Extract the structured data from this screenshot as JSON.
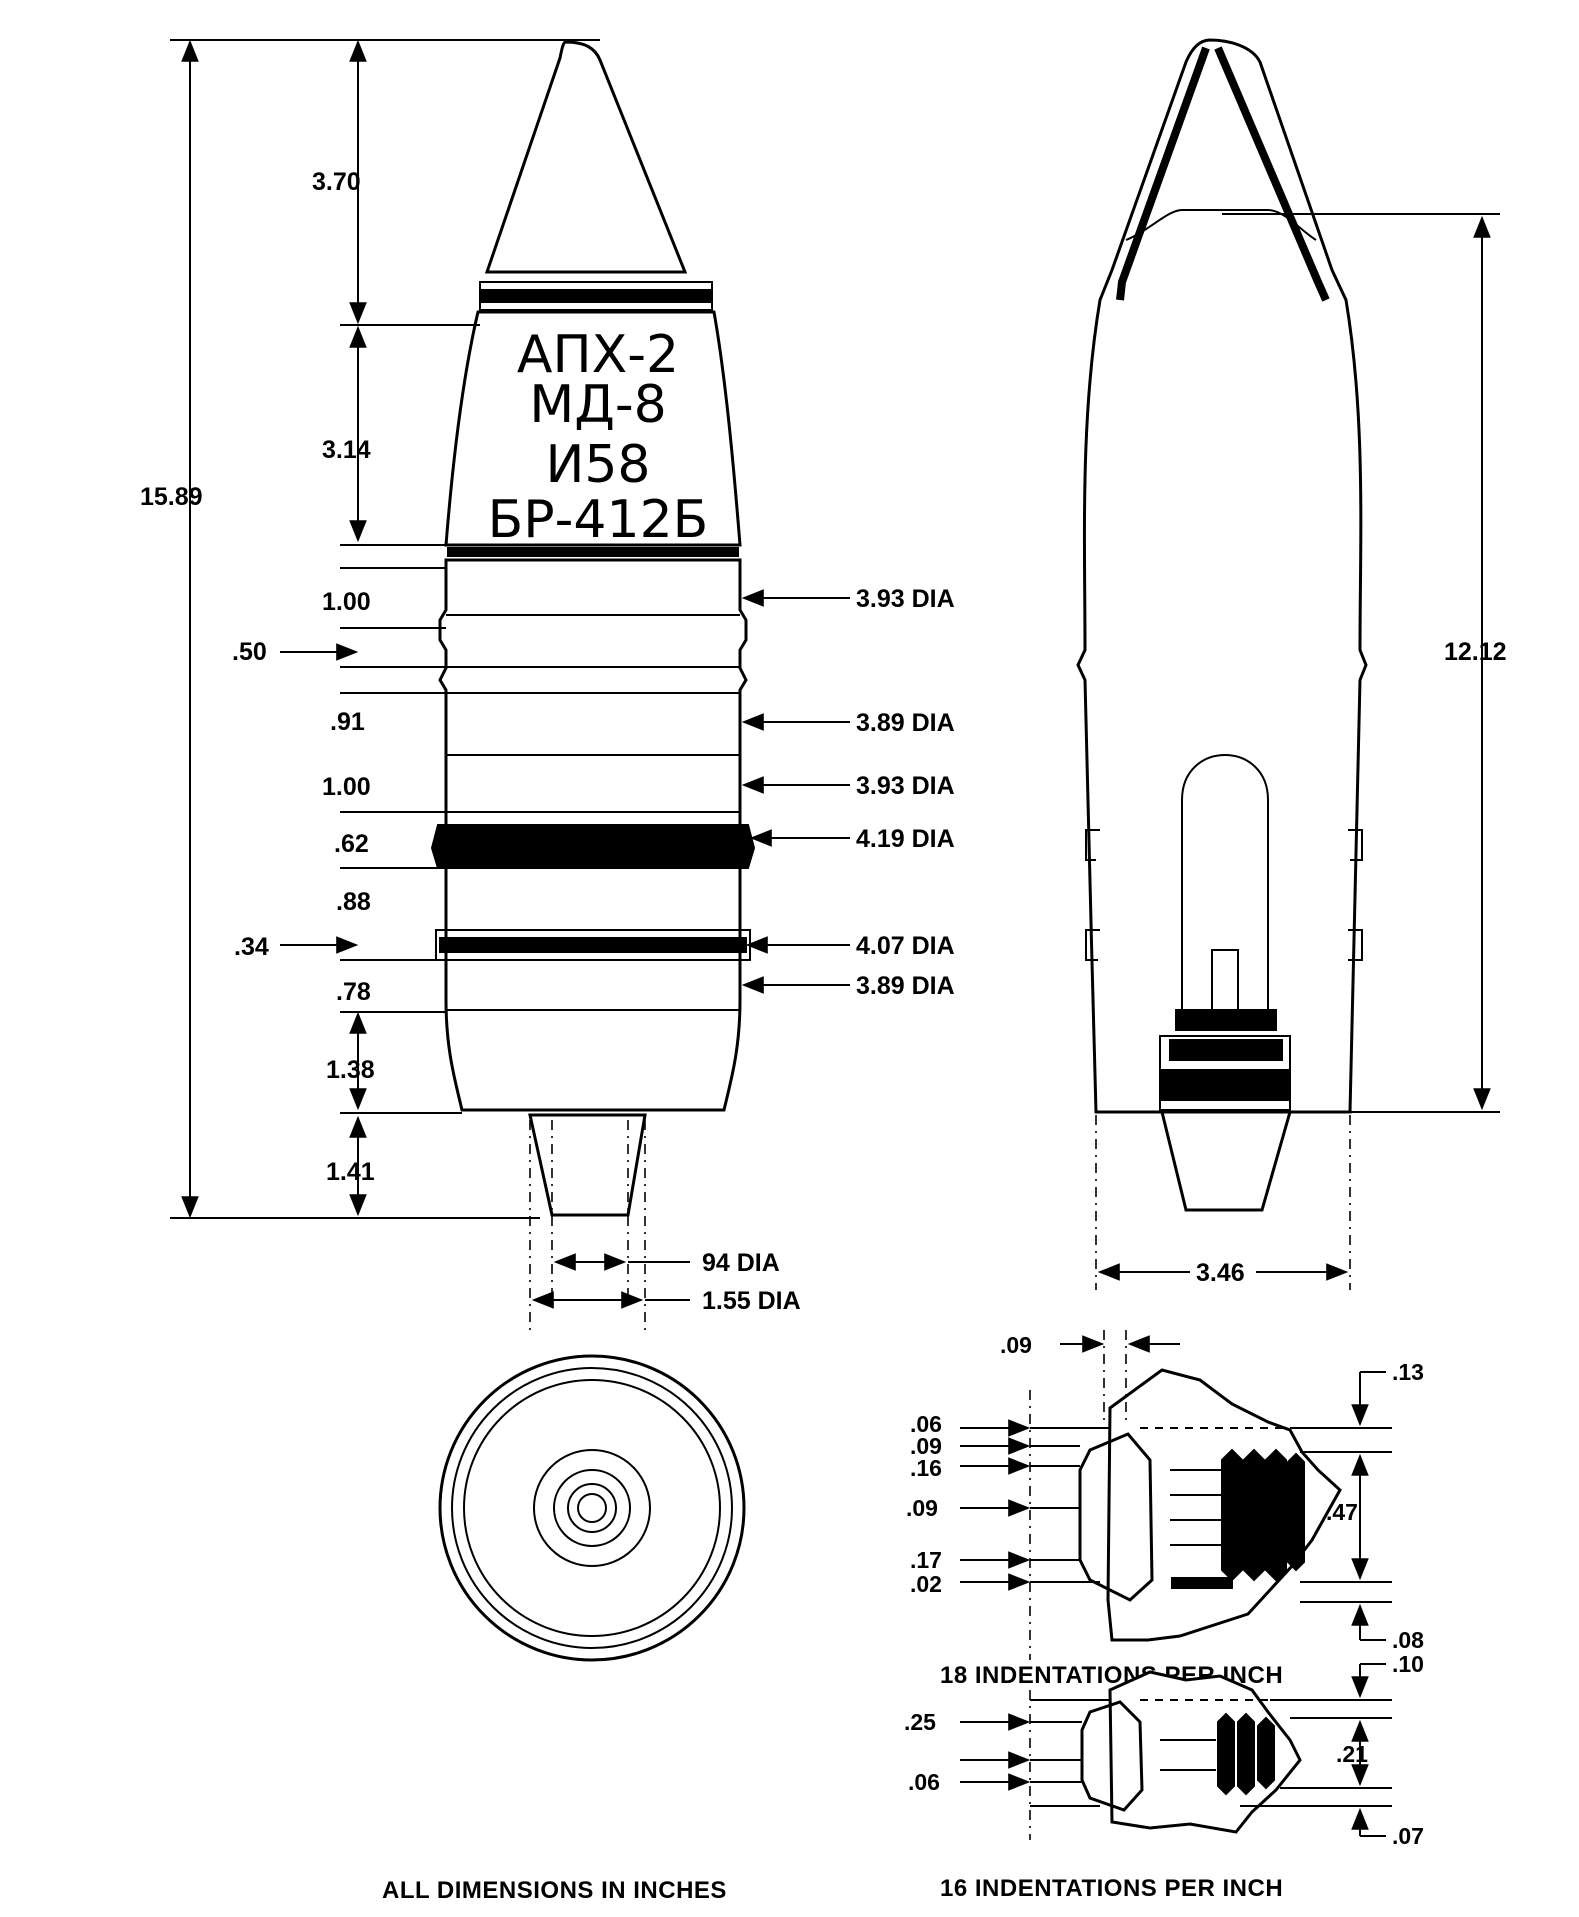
{
  "projectile_markings": [
    "АПХ-2",
    "МД-8",
    "И58",
    "БР-412Б"
  ],
  "side_view_dimensions": {
    "overall_length": "15.89",
    "nose_length": "3.70",
    "ogive_length": "3.14",
    "segments": [
      "1.00",
      ".50",
      ".91",
      "1.00",
      ".62",
      ".88",
      ".34",
      ".78",
      "1.38",
      "1.41"
    ]
  },
  "diameter_callouts": [
    "3.93 DIA",
    "3.89 DIA",
    "3.93 DIA",
    "4.19 DIA",
    "4.07 DIA",
    "3.89 DIA"
  ],
  "base_diameters": [
    "94 DIA",
    "1.55 DIA"
  ],
  "section_view_dimensions": {
    "cavity_length": "12.12",
    "base_width": "3.46"
  },
  "detail_18": {
    "top": [
      ".09",
      ".13"
    ],
    "left": [
      ".06",
      ".09",
      ".16",
      ".09",
      ".17",
      ".02"
    ],
    "right": [
      ".47",
      ".08"
    ],
    "caption": "18 INDENTATIONS PER INCH"
  },
  "detail_16": {
    "right": [
      ".10",
      ".21",
      ".07"
    ],
    "left": [
      ".25",
      ".06"
    ],
    "caption": "16 INDENTATIONS PER INCH"
  },
  "note": "ALL DIMENSIONS IN INCHES"
}
